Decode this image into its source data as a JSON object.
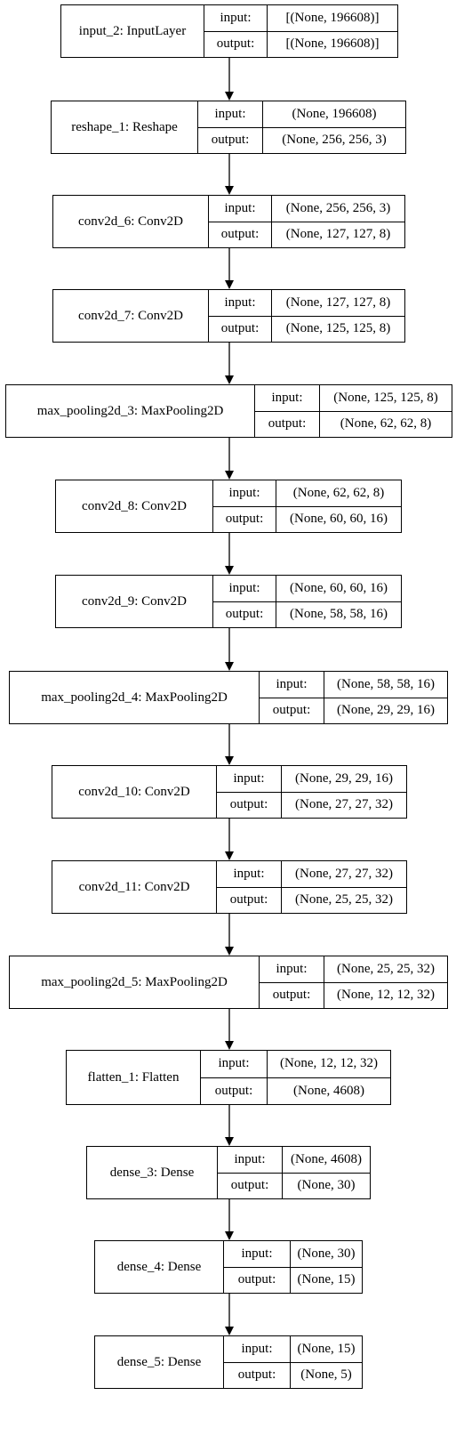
{
  "layers": [
    {
      "name": "input_2: InputLayer",
      "input_label": "input:",
      "output_label": "output:",
      "input": "[(None, 196608)]",
      "output": "[(None, 196608)]"
    },
    {
      "name": "reshape_1: Reshape",
      "input_label": "input:",
      "output_label": "output:",
      "input": "(None, 196608)",
      "output": "(None, 256, 256, 3)"
    },
    {
      "name": "conv2d_6: Conv2D",
      "input_label": "input:",
      "output_label": "output:",
      "input": "(None, 256, 256, 3)",
      "output": "(None, 127, 127, 8)"
    },
    {
      "name": "conv2d_7: Conv2D",
      "input_label": "input:",
      "output_label": "output:",
      "input": "(None, 127, 127, 8)",
      "output": "(None, 125, 125, 8)"
    },
    {
      "name": "max_pooling2d_3: MaxPooling2D",
      "input_label": "input:",
      "output_label": "output:",
      "input": "(None, 125, 125, 8)",
      "output": "(None, 62, 62, 8)"
    },
    {
      "name": "conv2d_8: Conv2D",
      "input_label": "input:",
      "output_label": "output:",
      "input": "(None, 62, 62, 8)",
      "output": "(None, 60, 60, 16)"
    },
    {
      "name": "conv2d_9: Conv2D",
      "input_label": "input:",
      "output_label": "output:",
      "input": "(None, 60, 60, 16)",
      "output": "(None, 58, 58, 16)"
    },
    {
      "name": "max_pooling2d_4: MaxPooling2D",
      "input_label": "input:",
      "output_label": "output:",
      "input": "(None, 58, 58, 16)",
      "output": "(None, 29, 29, 16)"
    },
    {
      "name": "conv2d_10: Conv2D",
      "input_label": "input:",
      "output_label": "output:",
      "input": "(None, 29, 29, 16)",
      "output": "(None, 27, 27, 32)"
    },
    {
      "name": "conv2d_11: Conv2D",
      "input_label": "input:",
      "output_label": "output:",
      "input": "(None, 27, 27, 32)",
      "output": "(None, 25, 25, 32)"
    },
    {
      "name": "max_pooling2d_5: MaxPooling2D",
      "input_label": "input:",
      "output_label": "output:",
      "input": "(None, 25, 25, 32)",
      "output": "(None, 12, 12, 32)"
    },
    {
      "name": "flatten_1: Flatten",
      "input_label": "input:",
      "output_label": "output:",
      "input": "(None, 12, 12, 32)",
      "output": "(None, 4608)"
    },
    {
      "name": "dense_3: Dense",
      "input_label": "input:",
      "output_label": "output:",
      "input": "(None, 4608)",
      "output": "(None, 30)"
    },
    {
      "name": "dense_4: Dense",
      "input_label": "input:",
      "output_label": "output:",
      "input": "(None, 30)",
      "output": "(None, 15)"
    },
    {
      "name": "dense_5: Dense",
      "input_label": "input:",
      "output_label": "output:",
      "input": "(None, 15)",
      "output": "(None, 5)"
    }
  ],
  "colors": {
    "stroke": "#000000",
    "background": "#ffffff"
  }
}
